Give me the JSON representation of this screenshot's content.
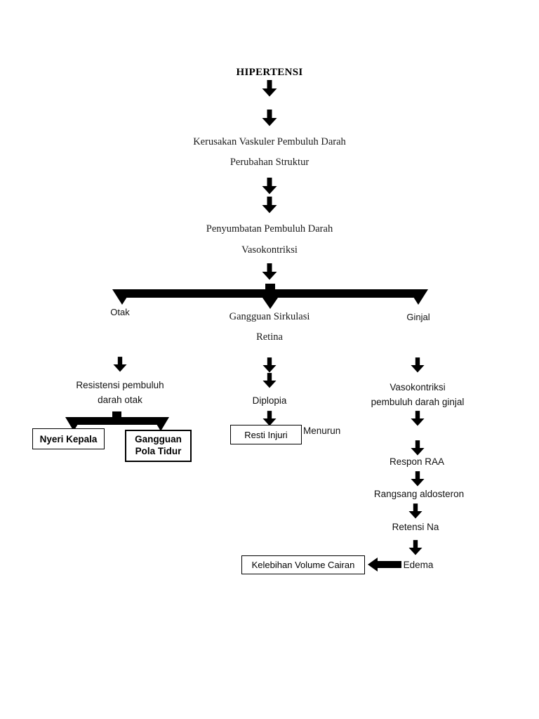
{
  "diagram": {
    "title": "HIPERTENSI",
    "language": "id",
    "type": "flowchart",
    "nodes": {
      "hipertensi": "HIPERTENSI",
      "kerusakan_vaskuler": "Kerusakan Vaskuler Pembuluh Darah",
      "perubahan_struktur": "Perubahan Struktur",
      "penyumbatan": "Penyumbatan Pembuluh Darah",
      "vasokontriksi": "Vasokontriksi",
      "otak": "Otak",
      "gangguan_sirkulasi": "Gangguan Sirkulasi",
      "retina": "Retina",
      "ginjal": "Ginjal",
      "resistensi_line1": "Resistensi pembuluh",
      "resistensi_line2": "darah otak",
      "nyeri_kepala": "Nyeri Kepala",
      "gangguan_pola_tidur_line1": "Gangguan",
      "gangguan_pola_tidur_line2": "Pola Tidur",
      "diplopia": "Diplopia",
      "resti_injuri": "Resti Injuri",
      "menurun": "Menurun",
      "vasokontriksi_ginjal_line1": "Vasokontriksi",
      "vasokontriksi_ginjal_line2": "pembuluh darah ginjal",
      "respon_raa": "Respon RAA",
      "rangsang_aldosteron": "Rangsang aldosteron",
      "retensi_na": "Retensi Na",
      "edema": "Edema",
      "kelebihan_volume_cairan": "Kelebihan Volume Cairan"
    },
    "icons": {
      "down_arrow": "down-arrow-icon",
      "left_arrow": "left-arrow-icon",
      "split_bar": "split-bar-icon"
    },
    "colors": {
      "ink": "#000000",
      "text": "#1a1a1a",
      "background": "#ffffff"
    }
  }
}
